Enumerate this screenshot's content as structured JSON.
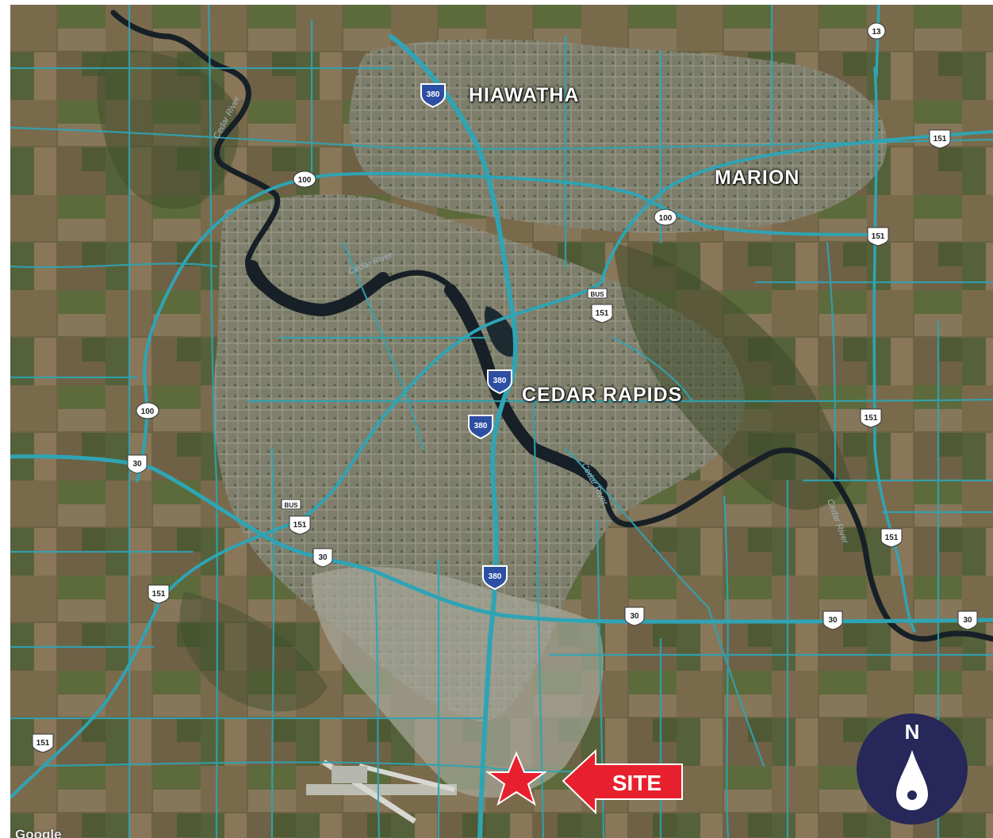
{
  "map": {
    "cities": [
      {
        "name": "HIAWATHA"
      },
      {
        "name": "MARION"
      },
      {
        "name": "CEDAR RAPIDS"
      }
    ],
    "rivers": [
      {
        "name": "Cedar River"
      },
      {
        "name": "Cedar River"
      },
      {
        "name": "Cedar River"
      },
      {
        "name": "Cedar River"
      }
    ],
    "shields": {
      "interstate": "380",
      "us_151": "151",
      "us_30": "30",
      "ia_100": "100",
      "ia_13": "13",
      "business": "BUS"
    },
    "site_label": "SITE",
    "compass_label": "N",
    "attribution": "Google",
    "colors": {
      "road": "#2fa4b4",
      "river": "#172026",
      "site_red": "#e8202e",
      "compass_bg": "#27275a",
      "urban": "#8b8c82"
    }
  }
}
